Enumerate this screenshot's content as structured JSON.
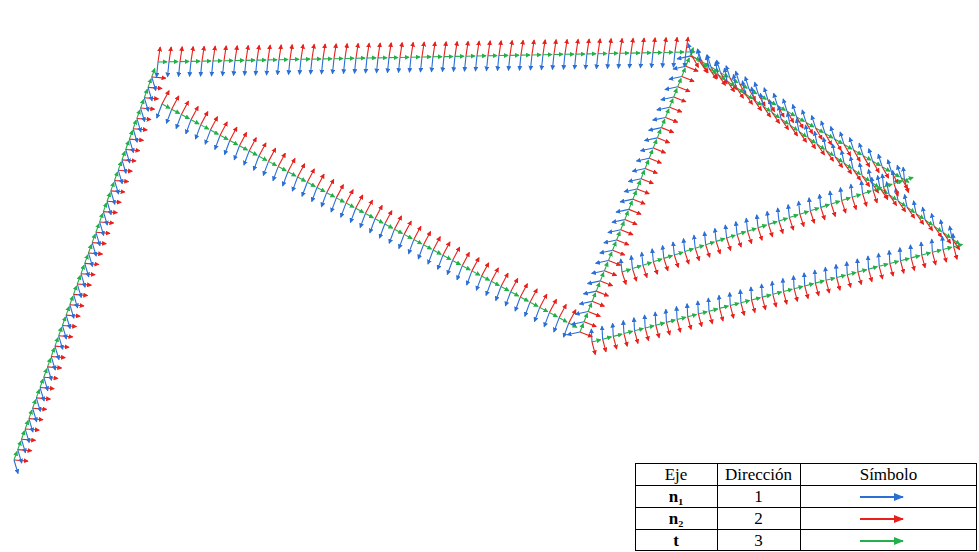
{
  "diagram": {
    "labels": [
      "Eje",
      "Dirección",
      "Símbolo",
      "n₁",
      "1",
      "n₂",
      "2",
      "t",
      "3"
    ]
  }
}
